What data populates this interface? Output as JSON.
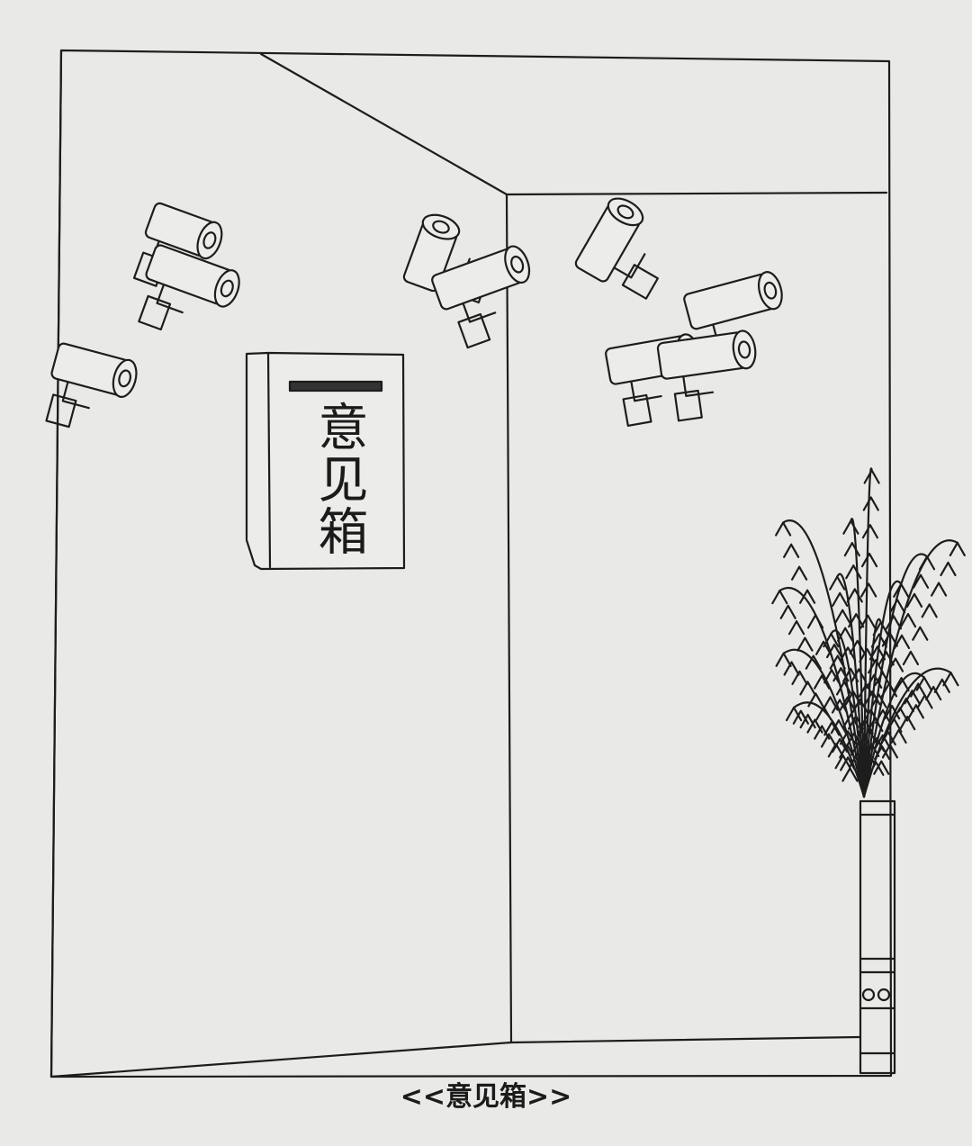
{
  "drawing": {
    "suggestion_box_label": "意见箱",
    "caption": "<<意见箱>>",
    "camera_count": 9,
    "ink_color": "#1d1d1d",
    "paper_color": "#e9e9e7"
  }
}
